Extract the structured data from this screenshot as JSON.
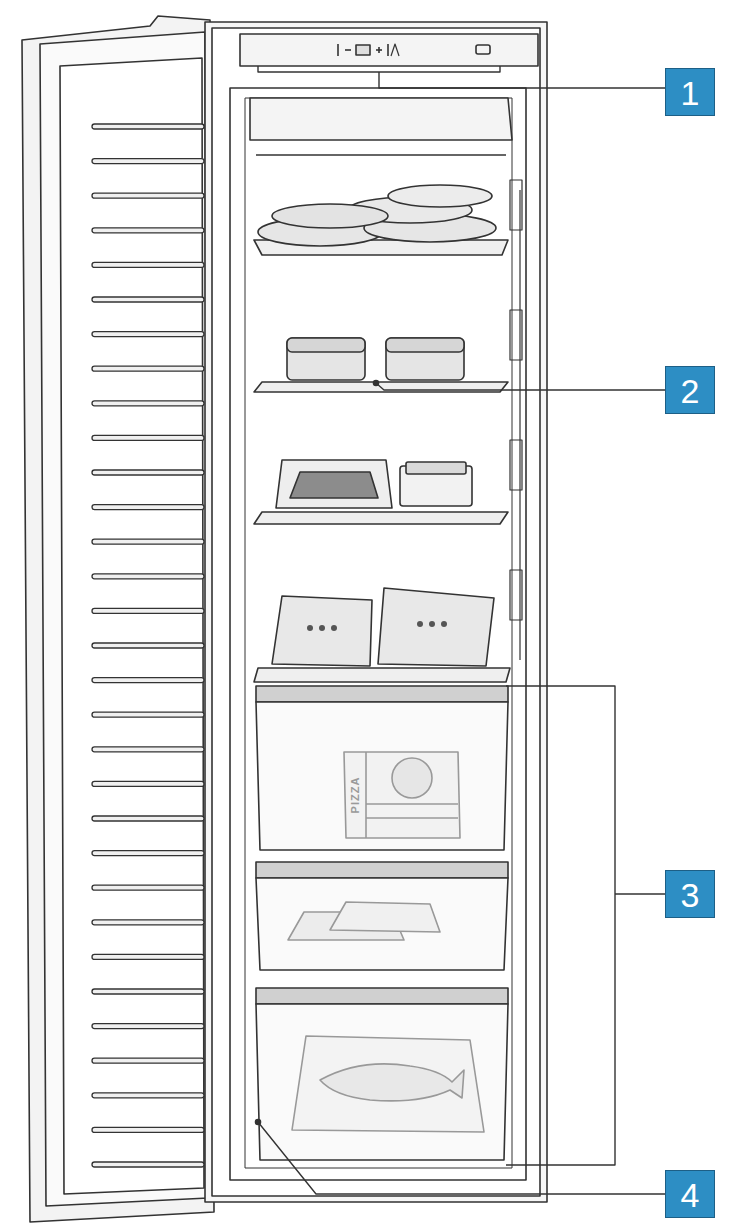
{
  "diagram": {
    "labels": [
      "1",
      "2",
      "3",
      "4",
      "PIZZA"
    ]
  }
}
